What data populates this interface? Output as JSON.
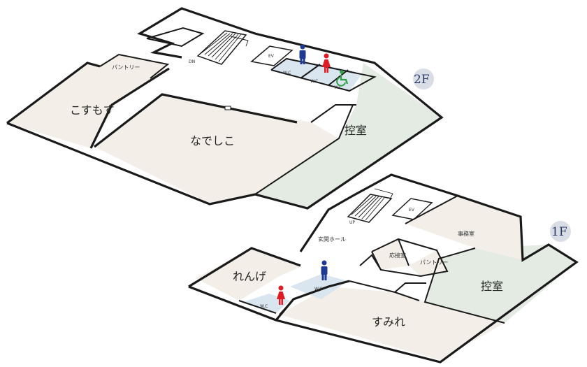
{
  "floors": {
    "f2": {
      "label": "2F",
      "rooms": {
        "kosumosu": "こすもす",
        "nadeshiko": "なでしこ",
        "hikae": "控室",
        "pantry": "パントリー",
        "ev": "EV",
        "wc_male": "W.C",
        "wc_female": "W.C",
        "wc_access": "W.C",
        "stairs_dir": "DN"
      }
    },
    "f1": {
      "label": "1F",
      "rooms": {
        "renge": "れんげ",
        "sumire": "すみれ",
        "hikae": "控室",
        "jimushitsu": "事務室",
        "genkan": "玄関ホール",
        "osetsu": "応接室",
        "pantry": "パントリー",
        "ev": "EV",
        "wc_male": "W.C",
        "wc_female": "W.C",
        "stairs_dir": "UP"
      }
    }
  },
  "colors": {
    "room_fill": "#f3efe8",
    "hikae_fill": "#e3ebe2",
    "wc_fill": "#d9e6ef",
    "male_icon": "#1f3a93",
    "female_icon": "#e01b24",
    "access_icon": "#2ea043",
    "floor_badge": "#d9dde6"
  },
  "icons": [
    "male-toilet-icon",
    "female-toilet-icon",
    "accessible-toilet-icon"
  ]
}
